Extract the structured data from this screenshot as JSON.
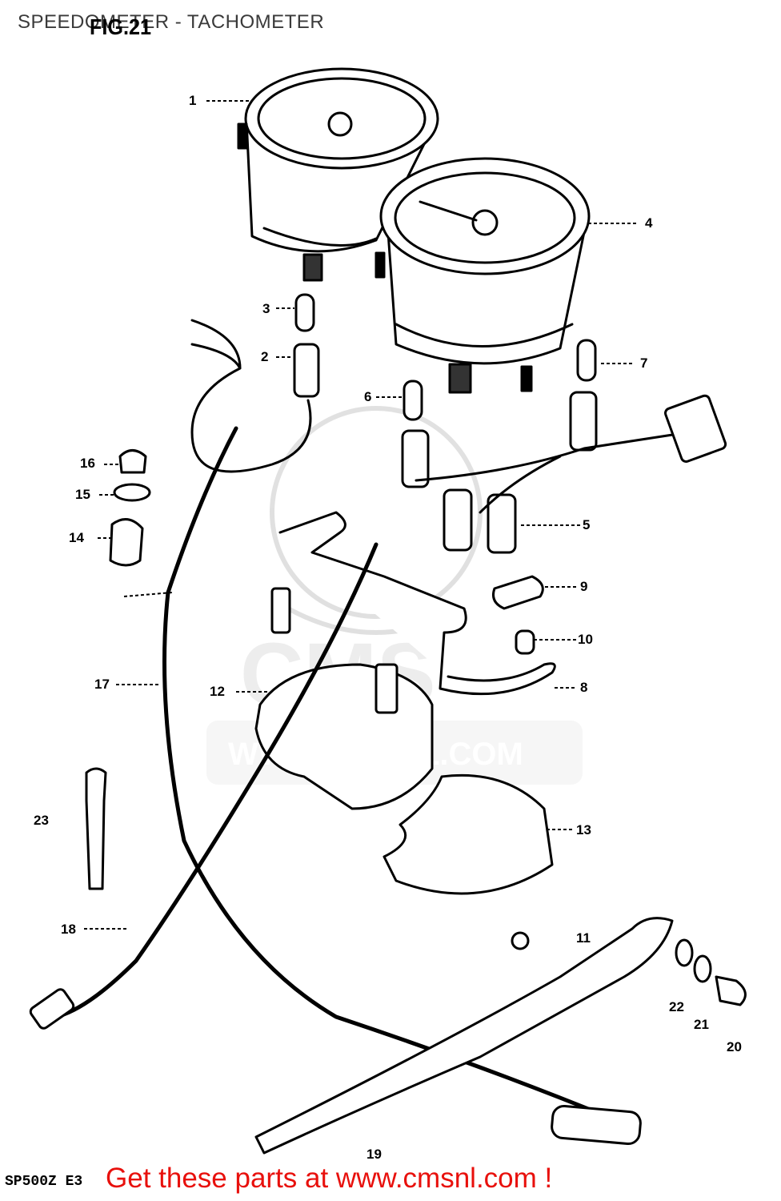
{
  "header": {
    "title": "SPEEDOMETER - TACHOMETER",
    "figure": "FIG.21"
  },
  "watermark": {
    "logo_text": "CMS",
    "url_text": "WWW.CMSNL.COM"
  },
  "footer": {
    "model_code": "SP500Z E3",
    "cta": "Get these parts at www.cmsnl.com !"
  },
  "callouts": [
    {
      "id": "1",
      "label": "1"
    },
    {
      "id": "2",
      "label": "2"
    },
    {
      "id": "3",
      "label": "3"
    },
    {
      "id": "4",
      "label": "4"
    },
    {
      "id": "5",
      "label": "5"
    },
    {
      "id": "6",
      "label": "6"
    },
    {
      "id": "7",
      "label": "7"
    },
    {
      "id": "8",
      "label": "8"
    },
    {
      "id": "9",
      "label": "9"
    },
    {
      "id": "10",
      "label": "10"
    },
    {
      "id": "11",
      "label": "11"
    },
    {
      "id": "12",
      "label": "12"
    },
    {
      "id": "13",
      "label": "13"
    },
    {
      "id": "14",
      "label": "14"
    },
    {
      "id": "15",
      "label": "15"
    },
    {
      "id": "16",
      "label": "16"
    },
    {
      "id": "17",
      "label": "17"
    },
    {
      "id": "18",
      "label": "18"
    },
    {
      "id": "19",
      "label": "19"
    },
    {
      "id": "20",
      "label": "20"
    },
    {
      "id": "21",
      "label": "21"
    },
    {
      "id": "22",
      "label": "22"
    },
    {
      "id": "23",
      "label": "23"
    }
  ]
}
